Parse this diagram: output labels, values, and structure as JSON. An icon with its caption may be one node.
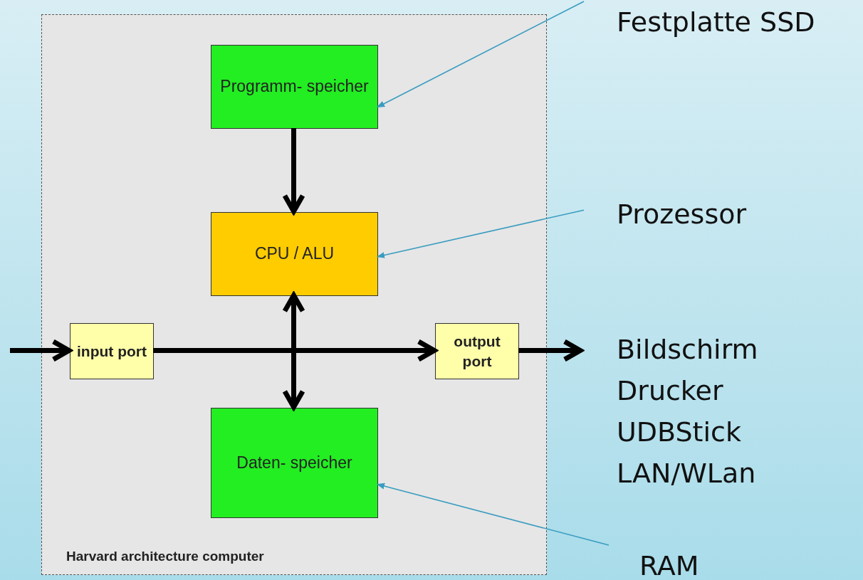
{
  "diagram": {
    "nodes": [
      {
        "text": [
          "Harvard architecture computer"
        ]
      },
      {
        "text": [
          "Programm- speicher"
        ],
        "in": 0
      },
      {
        "text": [
          "CPU / ALU"
        ],
        "in": 0
      },
      {
        "text": [
          "input port"
        ],
        "in": 0
      },
      {
        "text": [
          "output port"
        ],
        "in": 0
      },
      {
        "text": [
          "Daten- speicher"
        ],
        "in": 0
      },
      {
        "text": [
          "Festplatte SSD"
        ]
      },
      {
        "text": [
          "Prozessor"
        ]
      },
      {
        "text": [
          "Bildschirm",
          "Drucker",
          "UDBStick",
          "LAN/WLan"
        ]
      },
      {
        "text": [
          "RAM"
        ]
      }
    ],
    "edges": [
      {
        "from": 1,
        "to": 2,
        "arrow": "to"
      },
      {
        "from": null,
        "to": 3,
        "arrow": "to"
      },
      {
        "from": 3,
        "to": 4,
        "arrow": "to"
      },
      {
        "from": 2,
        "to": 5,
        "arrow": "both"
      },
      {
        "from": 4,
        "to": 8,
        "arrow": "to"
      },
      {
        "from": 6,
        "to": 1,
        "arrow": "to",
        "color": "#3a9cc0"
      },
      {
        "from": 7,
        "to": 2,
        "arrow": "to",
        "color": "#3a9cc0"
      },
      {
        "from": 9,
        "to": 5,
        "arrow": "to",
        "color": "#3a9cc0"
      }
    ]
  }
}
